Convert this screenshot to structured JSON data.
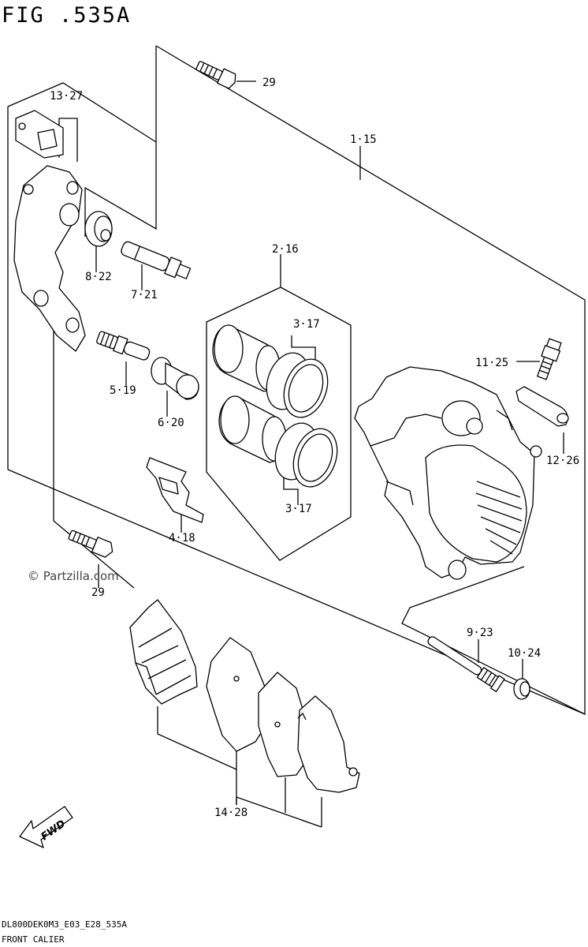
{
  "figure": {
    "title": "FIG .535A",
    "model_code": "DL800DEK0M3_E03_E28_535A",
    "caption": "FRONT CALIER",
    "watermark": "© Partzilla.com",
    "direction_label": "FWD"
  },
  "callouts": [
    {
      "id": "label-29-top",
      "text": "29"
    },
    {
      "id": "label-13-27",
      "text": "13·27"
    },
    {
      "id": "label-1-15",
      "text": "1·15"
    },
    {
      "id": "label-8-22",
      "text": "8·22"
    },
    {
      "id": "label-7-21",
      "text": "7·21"
    },
    {
      "id": "label-2-16",
      "text": "2·16"
    },
    {
      "id": "label-3-17-top",
      "text": "3·17"
    },
    {
      "id": "label-5-19",
      "text": "5·19"
    },
    {
      "id": "label-6-20",
      "text": "6·20"
    },
    {
      "id": "label-11-25",
      "text": "11·25"
    },
    {
      "id": "label-12-26",
      "text": "12·26"
    },
    {
      "id": "label-3-17-bottom",
      "text": "3·17"
    },
    {
      "id": "label-4-18",
      "text": "4·18"
    },
    {
      "id": "label-29-bottom",
      "text": "29"
    },
    {
      "id": "label-9-23",
      "text": "9·23"
    },
    {
      "id": "label-10-24",
      "text": "10·24"
    },
    {
      "id": "label-14-28",
      "text": "14·28"
    }
  ]
}
